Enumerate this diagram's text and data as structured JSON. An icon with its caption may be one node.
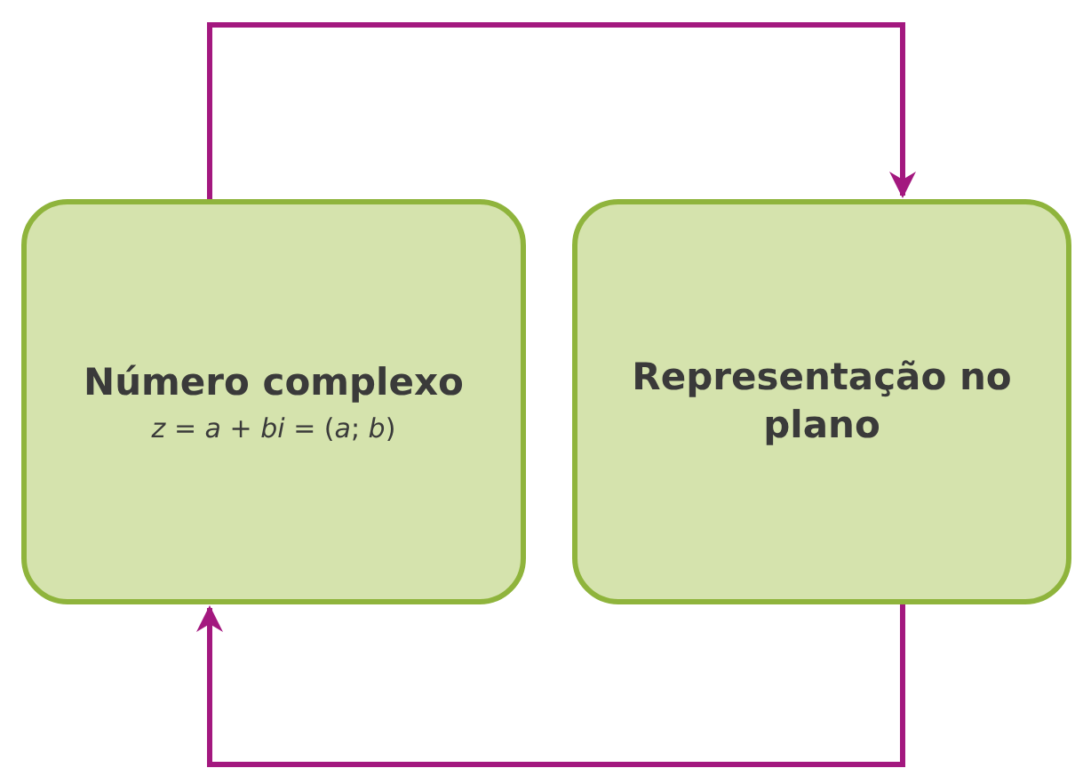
{
  "diagram": {
    "nodes": [
      {
        "text": [
          "Número complexo",
          "*z* = *a* + *bi* = (*a*; *b*)"
        ]
      },
      {
        "text": [
          "Representação no plano"
        ]
      }
    ],
    "edges": [
      {
        "from": 0,
        "to": 1,
        "arrow": "to"
      },
      {
        "from": 1,
        "to": 0,
        "arrow": "to"
      }
    ]
  }
}
